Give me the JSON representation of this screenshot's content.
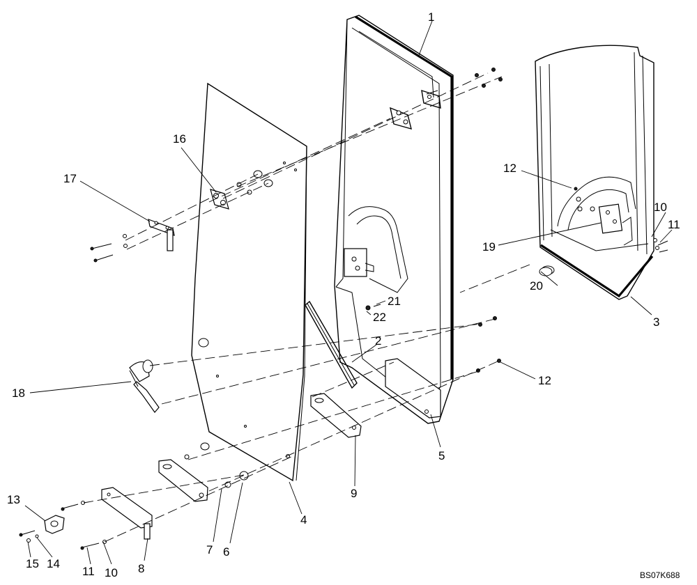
{
  "drawing_code": "BS07K688",
  "callouts": [
    {
      "id": "c1",
      "text": "1"
    },
    {
      "id": "c2",
      "text": "2"
    },
    {
      "id": "c3",
      "text": "3"
    },
    {
      "id": "c4",
      "text": "4"
    },
    {
      "id": "c5",
      "text": "5"
    },
    {
      "id": "c6",
      "text": "6"
    },
    {
      "id": "c7",
      "text": "7"
    },
    {
      "id": "c8",
      "text": "8"
    },
    {
      "id": "c9",
      "text": "9"
    },
    {
      "id": "c10a",
      "text": "10"
    },
    {
      "id": "c10b",
      "text": "10"
    },
    {
      "id": "c11a",
      "text": "11"
    },
    {
      "id": "c11b",
      "text": "11"
    },
    {
      "id": "c12a",
      "text": "12"
    },
    {
      "id": "c12b",
      "text": "12"
    },
    {
      "id": "c13",
      "text": "13"
    },
    {
      "id": "c14",
      "text": "14"
    },
    {
      "id": "c15",
      "text": "15"
    },
    {
      "id": "c16",
      "text": "16"
    },
    {
      "id": "c17",
      "text": "17"
    },
    {
      "id": "c18",
      "text": "18"
    },
    {
      "id": "c19",
      "text": "19"
    },
    {
      "id": "c20",
      "text": "20"
    },
    {
      "id": "c21",
      "text": "21"
    },
    {
      "id": "c22",
      "text": "22"
    }
  ]
}
